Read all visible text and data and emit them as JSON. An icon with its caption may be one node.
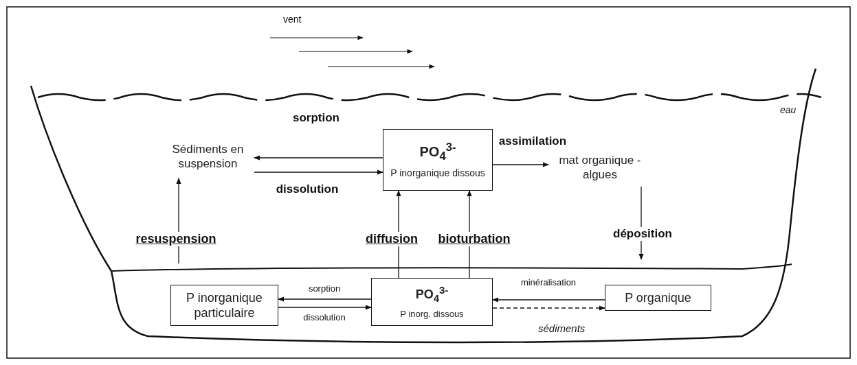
{
  "diagram": {
    "nodes": [
      {
        "text": [
          "Sédiments en suspension"
        ]
      },
      {
        "text": [
          "PO$_{4}$$^{3-}$",
          "P inorganique dissous"
        ]
      },
      {
        "text": [
          "mat organique - algues"
        ]
      },
      {
        "text": [
          "P inorganique particulaire"
        ]
      },
      {
        "text": [
          "PO$_{4}$$^{3-}$",
          "P inorg. dissous"
        ]
      },
      {
        "text": [
          "P organique"
        ]
      }
    ],
    "edges": [
      {
        "from": 1,
        "to": 0,
        "arrow": "to",
        "label": "sorption"
      },
      {
        "from": 0,
        "to": 1,
        "arrow": "to",
        "label": "dissolution"
      },
      {
        "from": 1,
        "to": 2,
        "arrow": "to",
        "label": "assimilation"
      },
      {
        "from": null,
        "to": 0,
        "arrow": "to",
        "label": "resuspension"
      },
      {
        "from": 4,
        "to": 1,
        "arrow": "to",
        "label": "diffusion"
      },
      {
        "from": 4,
        "to": 1,
        "arrow": "to",
        "label": "bioturbation"
      },
      {
        "from": 2,
        "to": null,
        "arrow": "to",
        "label": "déposition"
      },
      {
        "from": 4,
        "to": 3,
        "arrow": "to",
        "label": "sorption"
      },
      {
        "from": 3,
        "to": 4,
        "arrow": "to",
        "label": "dissolution"
      },
      {
        "from": 5,
        "to": 4,
        "arrow": "to",
        "label": "minéralisation"
      },
      {
        "from": 4,
        "to": 5,
        "arrow": "to",
        "style": "dashed"
      }
    ],
    "labels": [
      "vent",
      "eau",
      "sédiments"
    ]
  }
}
